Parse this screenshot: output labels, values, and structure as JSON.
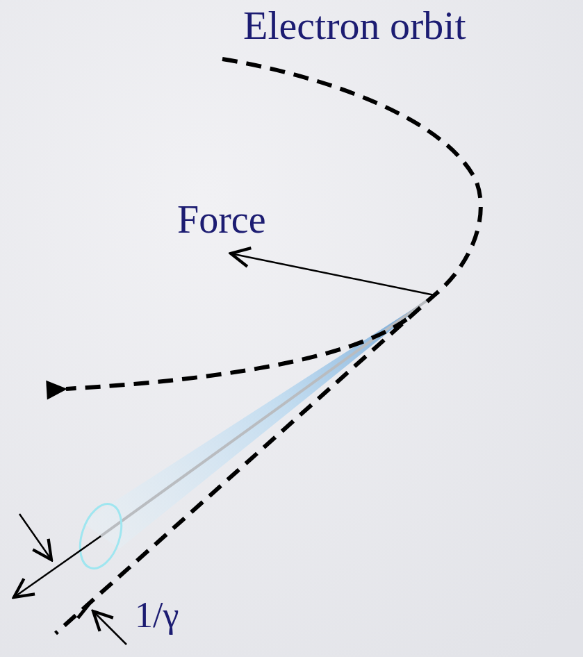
{
  "diagram": {
    "labels": [
      "Electron orbit",
      "Force",
      "1/γ"
    ]
  }
}
